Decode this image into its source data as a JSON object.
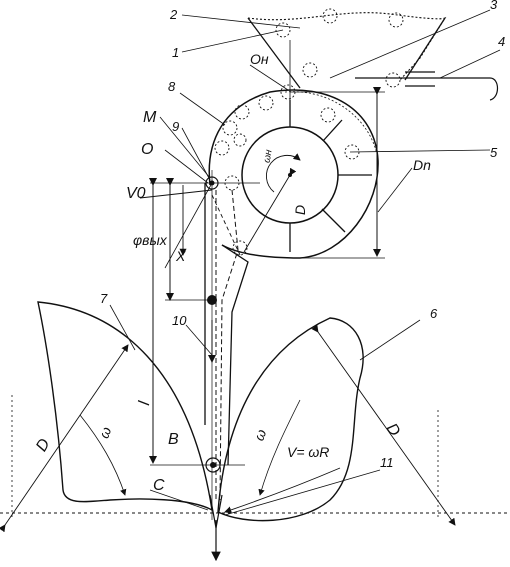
{
  "diagram": {
    "labels": {
      "n1": "1",
      "n2": "2",
      "n3": "3",
      "n4": "4",
      "n5": "5",
      "n6": "6",
      "n7": "7",
      "n8": "8",
      "n9": "9",
      "n10": "10",
      "n11": "11",
      "O_h": "Oн",
      "M": "M",
      "O": "O",
      "V0": "V0",
      "omega_h": "ωн",
      "D_inner": "D",
      "D_n": "Dn",
      "phi_out": "φвых",
      "X": "X",
      "l": "l",
      "B": "B",
      "C": "C",
      "D_left": "D",
      "D_right": "D",
      "omega_left": "ω",
      "omega_right": "ω",
      "V_formula": "V= ωR"
    }
  }
}
